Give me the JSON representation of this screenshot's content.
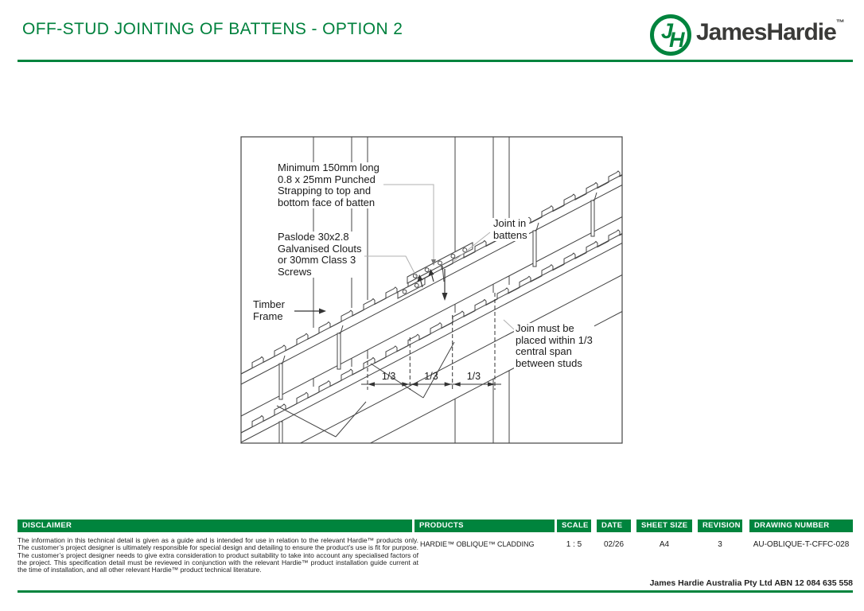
{
  "header": {
    "title": "OFF-STUD JOINTING OF BATTENS - OPTION 2",
    "brand": {
      "wordmark": "JamesHardie",
      "trademark": "™",
      "monogram_j": "J",
      "monogram_h": "H"
    }
  },
  "drawing": {
    "labels": {
      "strapping_note": "Minimum 150mm long\n0.8 x 25mm Punched\nStrapping to top and\nbottom face of batten",
      "fastener_note": "Paslode 30x2.8\nGalvanised Clouts\nor 30mm Class 3\nScrews",
      "timber_frame": "Timber\nFrame",
      "joint_in_battens": "Joint in\nbattens",
      "join_location_note": "Join must be\nplaced within 1/3\ncentral span\nbetween studs",
      "dim_third_1": "1/3",
      "dim_third_2": "1/3",
      "dim_third_3": "1/3"
    }
  },
  "footer": {
    "columns": {
      "disclaimer": "DISCLAIMER",
      "products": "PRODUCTS",
      "scale": "SCALE",
      "date": "DATE",
      "sheet_size": "SHEET SIZE",
      "revision": "REVISION",
      "drawing_number": "DRAWING NUMBER"
    },
    "values": {
      "disclaimer_text": "The information in this technical detail is given as a guide and is intended for use in relation to the relevant Hardie™ products only. The customer’s project designer is ultimately responsible for special design and detailing to ensure the product’s use is fit for purpose. The customer’s project designer needs to give extra consideration to product suitability to take into account any specialised factors of the project. This specification detail must be reviewed in conjunction with the relevant Hardie™ product installation guide current at the time of installation, and all other relevant Hardie™ product technical literature.",
      "products": "HARDIE™ OBLIQUE™ CLADDING",
      "scale": "1 : 5",
      "date": "02/26",
      "sheet_size": "A4",
      "revision": "3",
      "drawing_number": "AU-OBLIQUE-T-CFFC-028"
    },
    "abn_line": "James Hardie Australia Pty Ltd ABN 12 084 635 558"
  },
  "colors": {
    "brand_green": "#00843D",
    "title_green": "#00813D",
    "wordmark_gray": "#3A3A38",
    "drawing_line": "#444444",
    "leader_gray": "#B0B0B0"
  }
}
